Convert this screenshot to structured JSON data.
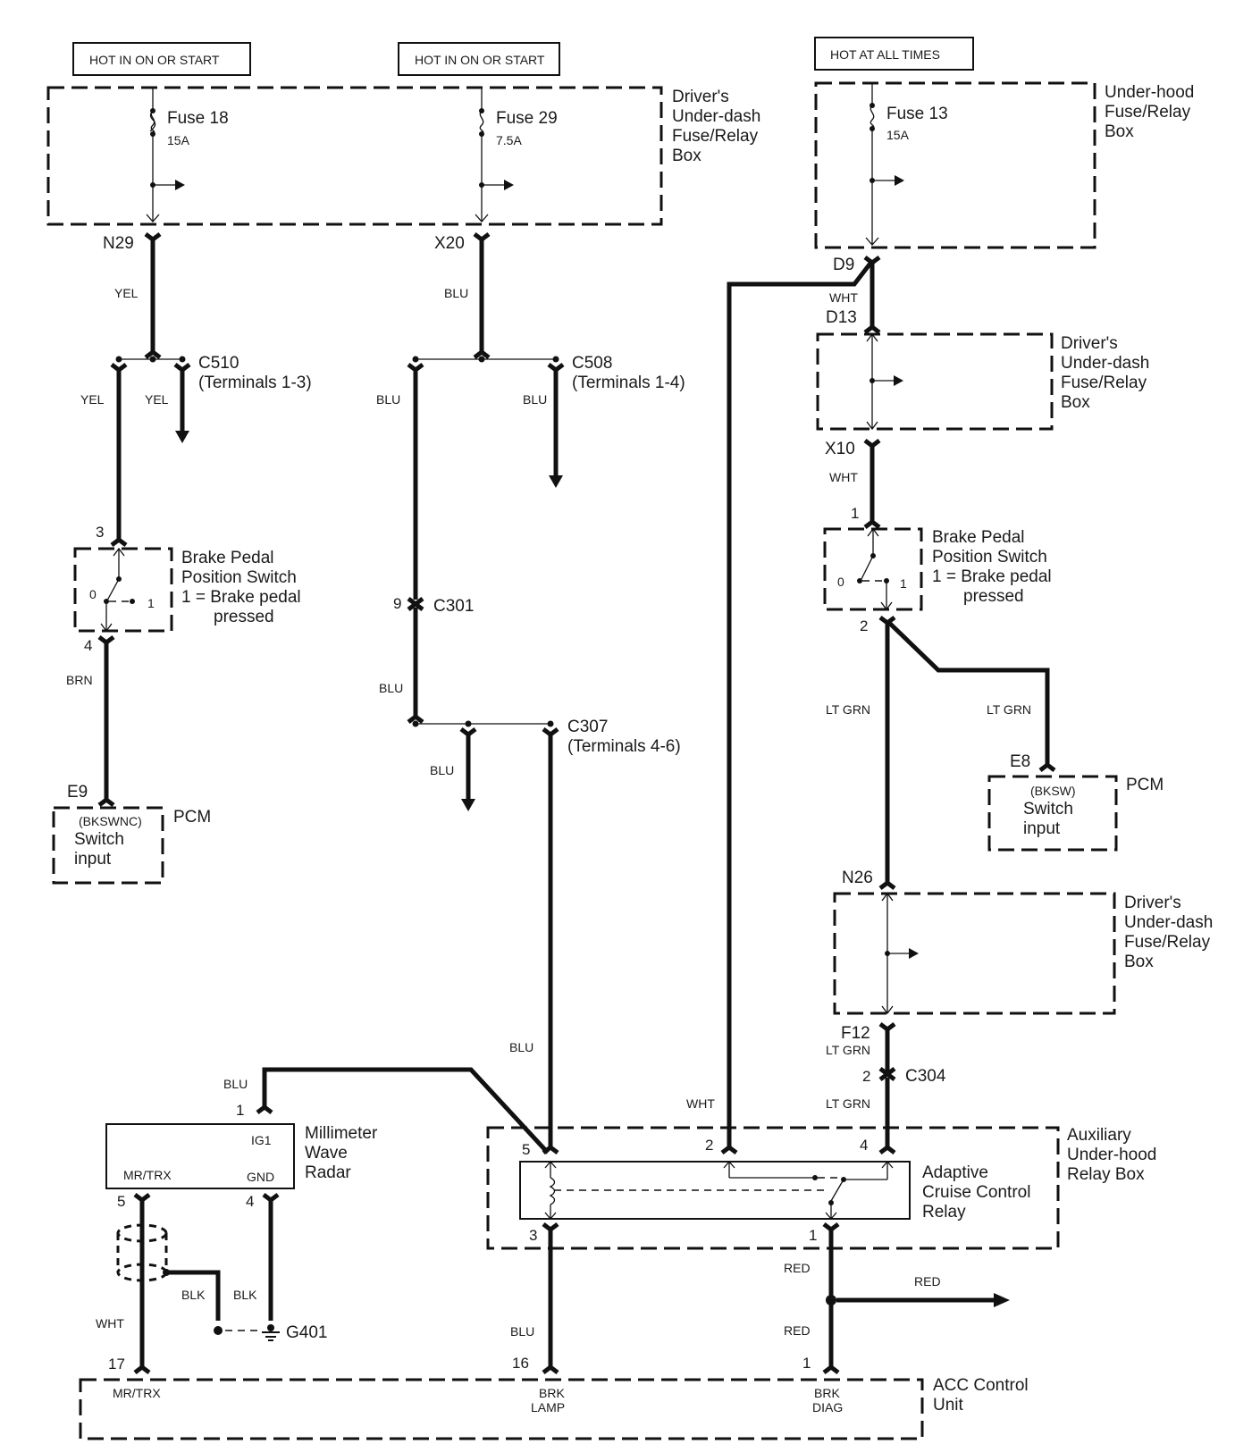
{
  "power_sources": [
    {
      "label": "HOT IN ON OR START"
    },
    {
      "label": "HOT IN ON OR START"
    },
    {
      "label": "HOT AT ALL TIMES"
    }
  ],
  "fuses": [
    {
      "name": "Fuse 18",
      "rating": "15A"
    },
    {
      "name": "Fuse 29",
      "rating": "7.5A"
    },
    {
      "name": "Fuse 13",
      "rating": "15A"
    }
  ],
  "components": {
    "drivers_box_top": [
      "Driver's",
      "Under-dash",
      "Fuse/Relay",
      "Box"
    ],
    "underhood_box": [
      "Under-hood",
      "Fuse/Relay",
      "Box"
    ],
    "drivers_box_mid": [
      "Driver's",
      "Under-dash",
      "Fuse/Relay",
      "Box"
    ],
    "drivers_box_low": [
      "Driver's",
      "Under-dash",
      "Fuse/Relay",
      "Box"
    ],
    "bpps_left": [
      "Brake Pedal",
      "Position Switch",
      "1 = Brake pedal",
      "pressed"
    ],
    "bpps_right": [
      "Brake Pedal",
      "Position Switch",
      "1 = Brake pedal",
      "pressed"
    ],
    "pcm_left": {
      "name": "PCM",
      "signal": "(BKSWNC)",
      "desc": [
        "Switch",
        "input"
      ]
    },
    "pcm_right": {
      "name": "PCM",
      "signal": "(BKSW)",
      "desc": [
        "Switch",
        "input"
      ]
    },
    "radar": {
      "name": [
        "Millimeter",
        "Wave",
        "Radar"
      ],
      "pins": {
        "ig1": "IG1",
        "mrtrx": "MR/TRX",
        "gnd": "GND"
      }
    },
    "aux_box": [
      "Auxiliary",
      "Under-hood",
      "Relay Box"
    ],
    "acc_relay": [
      "Adaptive",
      "Cruise Control",
      "Relay"
    ],
    "acc_unit": {
      "name": [
        "ACC Control",
        "Unit"
      ],
      "pins": {
        "mrtrx": "MR/TRX",
        "brk_lamp": [
          "BRK",
          "LAMP"
        ],
        "brk_diag": [
          "BRK",
          "DIAG"
        ]
      }
    },
    "ground": "G401"
  },
  "connectors": {
    "n29": "N29",
    "x20": "X20",
    "d9": "D9",
    "d13": "D13",
    "x10": "X10",
    "e9": "E9",
    "e8": "E8",
    "n26": "N26",
    "f12": "F12",
    "c510": [
      "C510",
      "(Terminals 1-3)"
    ],
    "c508": [
      "C508",
      "(Terminals 1-4)"
    ],
    "c301": "C301",
    "c307": [
      "C307",
      "(Terminals 4-6)"
    ],
    "c304": "C304"
  },
  "pins": {
    "bpps_l_in": "3",
    "bpps_l_out": "4",
    "bpps_r_in": "1",
    "bpps_r_out": "2",
    "bpps_pos0": "0",
    "bpps_pos1": "1",
    "c301_pin": "9",
    "c304_pin": "2",
    "radar_ig1": "1",
    "radar_mrtrx": "5",
    "radar_gnd": "4",
    "relay_5": "5",
    "relay_2": "2",
    "relay_4": "4",
    "relay_3": "3",
    "relay_1": "1",
    "acc_17": "17",
    "acc_16": "16",
    "acc_1": "1"
  },
  "wire_colors": {
    "yel_main": "YEL",
    "yel_left": "YEL",
    "yel_right": "YEL",
    "brn": "BRN",
    "blu_main": "BLU",
    "blu_left": "BLU",
    "blu_right": "BLU",
    "blu_c301": "BLU",
    "blu_c307": "BLU",
    "blu_relay": "BLU",
    "blu_radar": "BLU",
    "blu_acc": "BLU",
    "wht_d9": "WHT",
    "wht_x10": "WHT",
    "wht_relay": "WHT",
    "wht_radar": "WHT",
    "ltgrn_l": "LT GRN",
    "ltgrn_r": "LT GRN",
    "ltgrn_f12": "LT GRN",
    "ltgrn_relay": "LT GRN",
    "blk_shield": "BLK",
    "blk_gnd": "BLK",
    "red_top": "RED",
    "red_branch": "RED",
    "red_bottom": "RED"
  }
}
